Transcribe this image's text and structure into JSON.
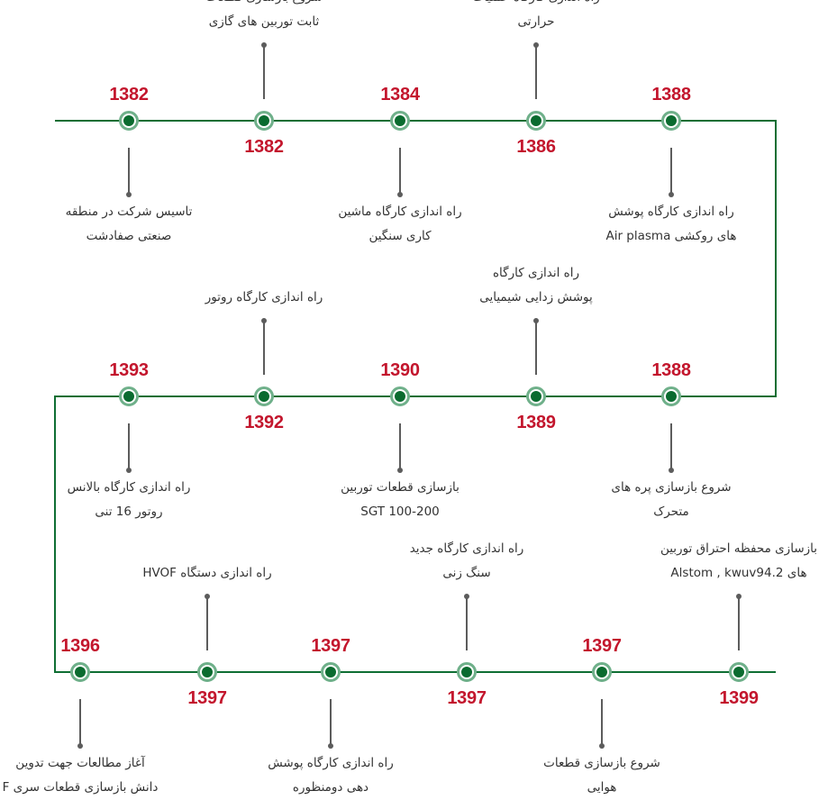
{
  "colors": {
    "track": "#0f6e33",
    "node_ring": "#6fb08a",
    "node_core": "#0a6b2f",
    "year": "#c3162d",
    "label": "#333333",
    "connector": "#5c5c5c"
  },
  "rows": [
    {
      "events": [
        {
          "year": "1382",
          "year_side": "top",
          "desc_side": "bottom",
          "lines": [
            "تاسیس شرکت در منطقه",
            "صنعتی صفادشت"
          ]
        },
        {
          "year": "1382",
          "year_side": "bottom",
          "desc_side": "top",
          "lines": [
            "شروع بازسازی قطعات",
            "ثابت توربین های گازی"
          ]
        },
        {
          "year": "1384",
          "year_side": "top",
          "desc_side": "bottom",
          "lines": [
            "راه اندازی کارگاه ماشین",
            "کاری سنگین"
          ]
        },
        {
          "year": "1386",
          "year_side": "bottom",
          "desc_side": "top",
          "lines": [
            "راه اندازی کارگاه عملیات",
            "حرارتی"
          ]
        },
        {
          "year": "1388",
          "year_side": "top",
          "desc_side": "bottom",
          "lines": [
            "راه اندازی کارگاه پوشش",
            "های روکشی Air plasma"
          ]
        }
      ]
    },
    {
      "events": [
        {
          "year": "1393",
          "year_side": "top",
          "desc_side": "bottom",
          "lines": [
            "راه اندازی کارگاه بالانس",
            "روتور 16 تنی"
          ]
        },
        {
          "year": "1392",
          "year_side": "bottom",
          "desc_side": "top",
          "lines": [
            "راه اندازی کارگاه روتور"
          ]
        },
        {
          "year": "1390",
          "year_side": "top",
          "desc_side": "bottom",
          "lines": [
            "بازسازی قطعات توربین",
            "SGT 100-200"
          ]
        },
        {
          "year": "1389",
          "year_side": "bottom",
          "desc_side": "top",
          "lines": [
            "راه اندازی کارگاه",
            "پوشش زدایی شیمیایی"
          ]
        },
        {
          "year": "1388",
          "year_side": "top",
          "desc_side": "bottom",
          "lines": [
            "شروع بازسازی پره های",
            "متحرک"
          ]
        }
      ]
    },
    {
      "events": [
        {
          "year": "1396",
          "year_side": "top",
          "desc_side": "bottom",
          "lines": [
            "آغاز مطالعات جهت تدوین",
            "دانش بازسازی قطعات سری F"
          ]
        },
        {
          "year": "1397",
          "year_side": "bottom",
          "desc_side": "top",
          "lines": [
            "راه اندازی دستگاه HVOF"
          ]
        },
        {
          "year": "1397",
          "year_side": "top",
          "desc_side": "bottom",
          "lines": [
            "راه اندازی کارگاه پوشش",
            "دهی دومنظوره"
          ]
        },
        {
          "year": "1397",
          "year_side": "bottom",
          "desc_side": "top",
          "lines": [
            "راه اندازی کارگاه جدید",
            "سنگ زنی"
          ]
        },
        {
          "year": "1397",
          "year_side": "top",
          "desc_side": "bottom",
          "lines": [
            "شروع بازسازی قطعات",
            "هوایی"
          ]
        },
        {
          "year": "1399",
          "year_side": "bottom",
          "desc_side": "top",
          "lines": [
            "بازسازی محفظه احتراق توربین",
            "های Alstom , kwuv94.2"
          ]
        }
      ]
    }
  ]
}
